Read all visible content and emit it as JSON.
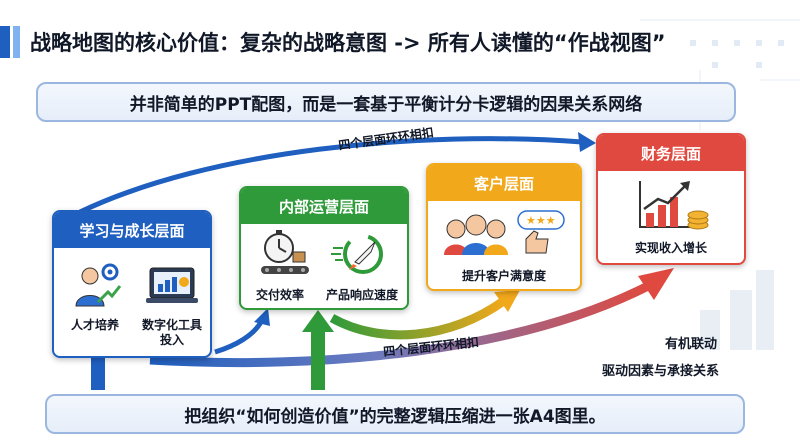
{
  "title": "战略地图的核心价值：复杂的战略意图 -> 所有人读懂的“作战视图”",
  "subtitle": "并非简单的PPT配图，而是一套基于平衡计分卡逻辑的因果关系网络",
  "footer": "把组织“如何创造价值”的完整逻辑压缩进一张A4图里。",
  "loop_labels": {
    "top": "四个层面环环相扣",
    "bottom": "四个层面环环相扣"
  },
  "side_notes": {
    "linked": "有机联动",
    "drivers": "驱动因素与承接关系"
  },
  "layers": {
    "learning": {
      "title": "学习与成长层面",
      "items": [
        {
          "label": "人才培养",
          "icon": "talent-icon"
        },
        {
          "label": "数字化工具\n投入",
          "icon": "digital-tools-icon"
        }
      ]
    },
    "internal": {
      "title": "内部运营层面",
      "items": [
        {
          "label": "交付效率",
          "icon": "stopwatch-conveyor-icon"
        },
        {
          "label": "产品响应速度",
          "icon": "rocket-icon"
        }
      ]
    },
    "customer": {
      "title": "客户层面",
      "items": [
        {
          "label": "提升客户满意度",
          "icon": "happy-customers-icon"
        }
      ]
    },
    "financial": {
      "title": "财务层面",
      "items": [
        {
          "label": "实现收入增长",
          "icon": "revenue-chart-icon"
        }
      ]
    }
  },
  "colors": {
    "blue": "#1f5fbf",
    "green": "#2f9a3a",
    "yellow": "#f2a81b",
    "red": "#e0493f"
  }
}
